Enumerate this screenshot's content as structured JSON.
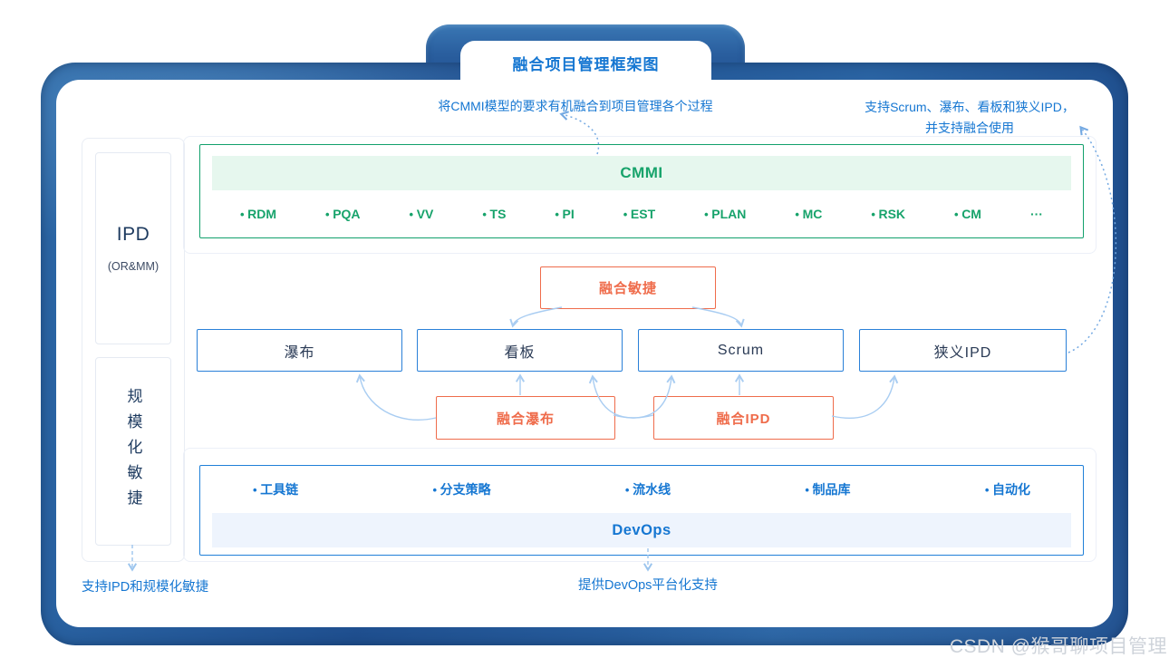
{
  "frame": {
    "title": "融合项目管理框架图"
  },
  "annotations": {
    "cmmi_note": "将CMMI模型的要求有机融合到项目管理各个过程",
    "methods_note_line1": "支持Scrum、瀑布、看板和狭义IPD，",
    "methods_note_line2": "并支持融合使用",
    "sidebar_note": "支持IPD和规模化敏捷",
    "devops_note": "提供DevOps平台化支持"
  },
  "sidebar": {
    "ipd": {
      "title": "IPD",
      "subtitle": "(OR&MM)"
    },
    "scaled_agile": {
      "text": "规模化敏捷"
    }
  },
  "cmmi": {
    "title": "CMMI",
    "items": [
      "RDM",
      "PQA",
      "VV",
      "TS",
      "PI",
      "EST",
      "PLAN",
      "MC",
      "RSK",
      "CM"
    ],
    "more": "···"
  },
  "methods": {
    "fusion_agile": "融合敏捷",
    "boxes": [
      "瀑布",
      "看板",
      "Scrum",
      "狭义IPD"
    ],
    "fusion_waterfall": "融合瀑布",
    "fusion_ipd": "融合IPD"
  },
  "devops": {
    "title": "DevOps",
    "items": [
      "工具链",
      "分支策略",
      "流水线",
      "制品库",
      "自动化"
    ]
  },
  "watermark": "CSDN @猴哥聊项目管理",
  "colors": {
    "accent_blue": "#1677d2",
    "green": "#17a36b",
    "green_bg": "#e6f7ee",
    "orange": "#ef6c4b",
    "navy_text": "#1d3a5f",
    "frame_blue": "#1f4f8f",
    "devops_bg": "#eef4fd",
    "arrow_light": "#a9cdf2",
    "arrow_dotted": "#74a9e2"
  }
}
